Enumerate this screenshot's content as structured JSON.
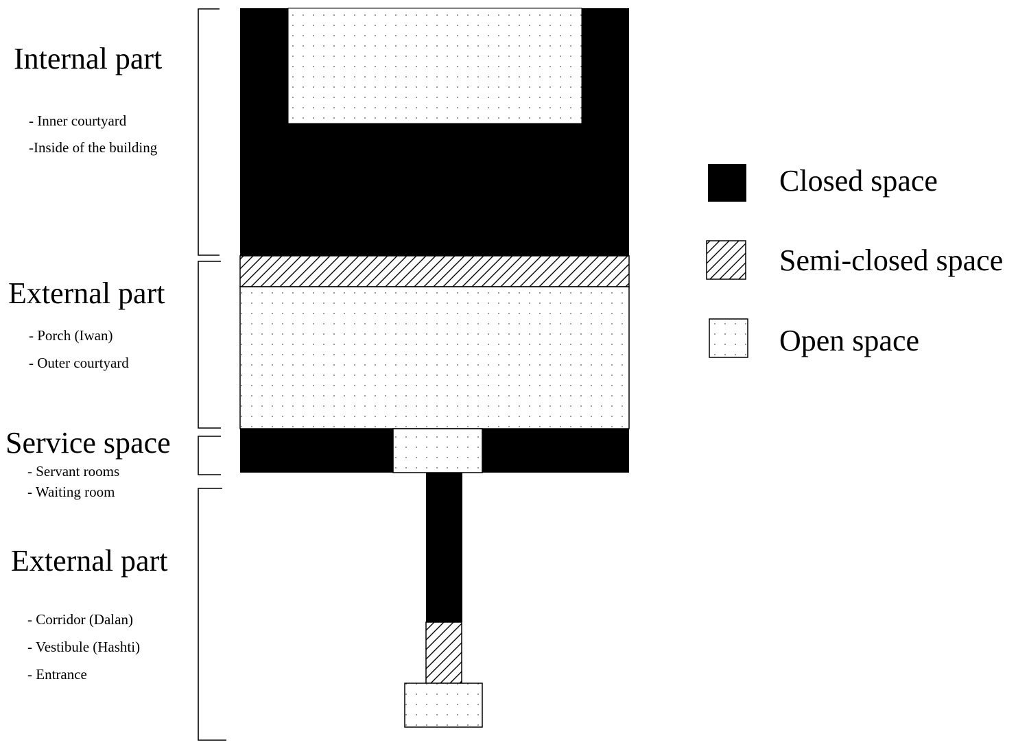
{
  "sections": [
    {
      "title": "Internal part",
      "items": [
        "- Inner courtyard",
        "-Inside of the building"
      ]
    },
    {
      "title": "External part",
      "items": [
        "- Porch (Iwan)",
        "- Outer courtyard"
      ]
    },
    {
      "title": "Service space",
      "items": [
        "- Servant rooms",
        "- Waiting room"
      ]
    },
    {
      "title": "External part",
      "items": [
        "- Corridor (Dalan)",
        "- Vestibule (Hashti)",
        "- Entrance"
      ]
    }
  ],
  "legend": {
    "closed": {
      "label": "Closed space",
      "color": "#000000"
    },
    "semi_closed": {
      "label": "Semi-closed space",
      "pattern": "diagonal-hatch"
    },
    "open": {
      "label": "Open space",
      "pattern": "dots"
    }
  }
}
